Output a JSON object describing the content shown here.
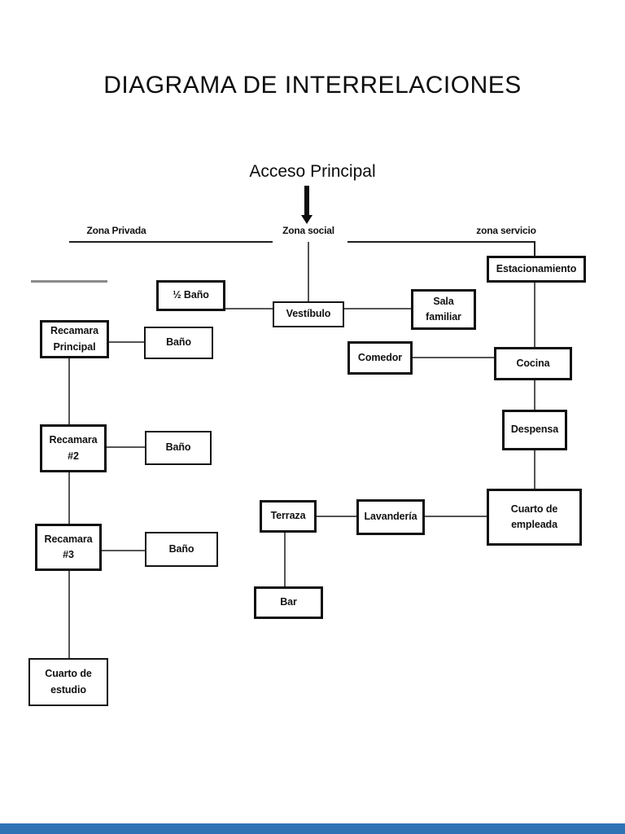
{
  "page": {
    "title": "DIAGRAMA DE INTERRELACIONES",
    "access_label": "Acceso Principal",
    "background_color": "#ffffff",
    "footer_bar_color": "#2e74b5",
    "line_color": "#555555",
    "box_border_color": "#0f0f0f"
  },
  "zones": {
    "privada": "Zona Privada",
    "social": "Zona social",
    "servicio": "zona servicio"
  },
  "nodes": {
    "half_bath": {
      "label": "½ Baño"
    },
    "vestibulo": {
      "label": "Vestíbulo"
    },
    "sala_familiar": {
      "label": "Sala\nfamiliar"
    },
    "estacionamiento": {
      "label": "Estacionamiento"
    },
    "recamara_principal": {
      "label": "Recamara\nPrincipal"
    },
    "bano_1": {
      "label": "Baño"
    },
    "comedor": {
      "label": "Comedor"
    },
    "cocina": {
      "label": "Cocina"
    },
    "recamara_2": {
      "label": "Recamara\n#2"
    },
    "bano_2": {
      "label": "Baño"
    },
    "despensa": {
      "label": "Despensa"
    },
    "recamara_3": {
      "label": "Recamara\n#3"
    },
    "bano_3": {
      "label": "Baño"
    },
    "terraza": {
      "label": "Terraza"
    },
    "lavanderia": {
      "label": "Lavandería"
    },
    "cuarto_empleada": {
      "label": "Cuarto de\nempleada"
    },
    "bar": {
      "label": "Bar"
    },
    "cuarto_estudio": {
      "label": "Cuarto de\nestudio"
    }
  },
  "edges": [
    {
      "from": "half_bath",
      "to": "vestibulo"
    },
    {
      "from": "zona_social",
      "to": "vestibulo"
    },
    {
      "from": "vestibulo",
      "to": "sala_familiar"
    },
    {
      "from": "zona_servicio",
      "to": "estacionamiento"
    },
    {
      "from": "estacionamiento",
      "to": "cocina"
    },
    {
      "from": "comedor",
      "to": "cocina"
    },
    {
      "from": "cocina",
      "to": "despensa"
    },
    {
      "from": "despensa",
      "to": "cuarto_empleada"
    },
    {
      "from": "lavanderia",
      "to": "cuarto_empleada"
    },
    {
      "from": "terraza",
      "to": "lavanderia"
    },
    {
      "from": "terraza",
      "to": "bar"
    },
    {
      "from": "recamara_principal",
      "to": "bano_1"
    },
    {
      "from": "recamara_principal",
      "to": "recamara_2"
    },
    {
      "from": "recamara_2",
      "to": "bano_2"
    },
    {
      "from": "recamara_2",
      "to": "recamara_3"
    },
    {
      "from": "recamara_3",
      "to": "bano_3"
    },
    {
      "from": "recamara_3",
      "to": "cuarto_estudio"
    }
  ]
}
